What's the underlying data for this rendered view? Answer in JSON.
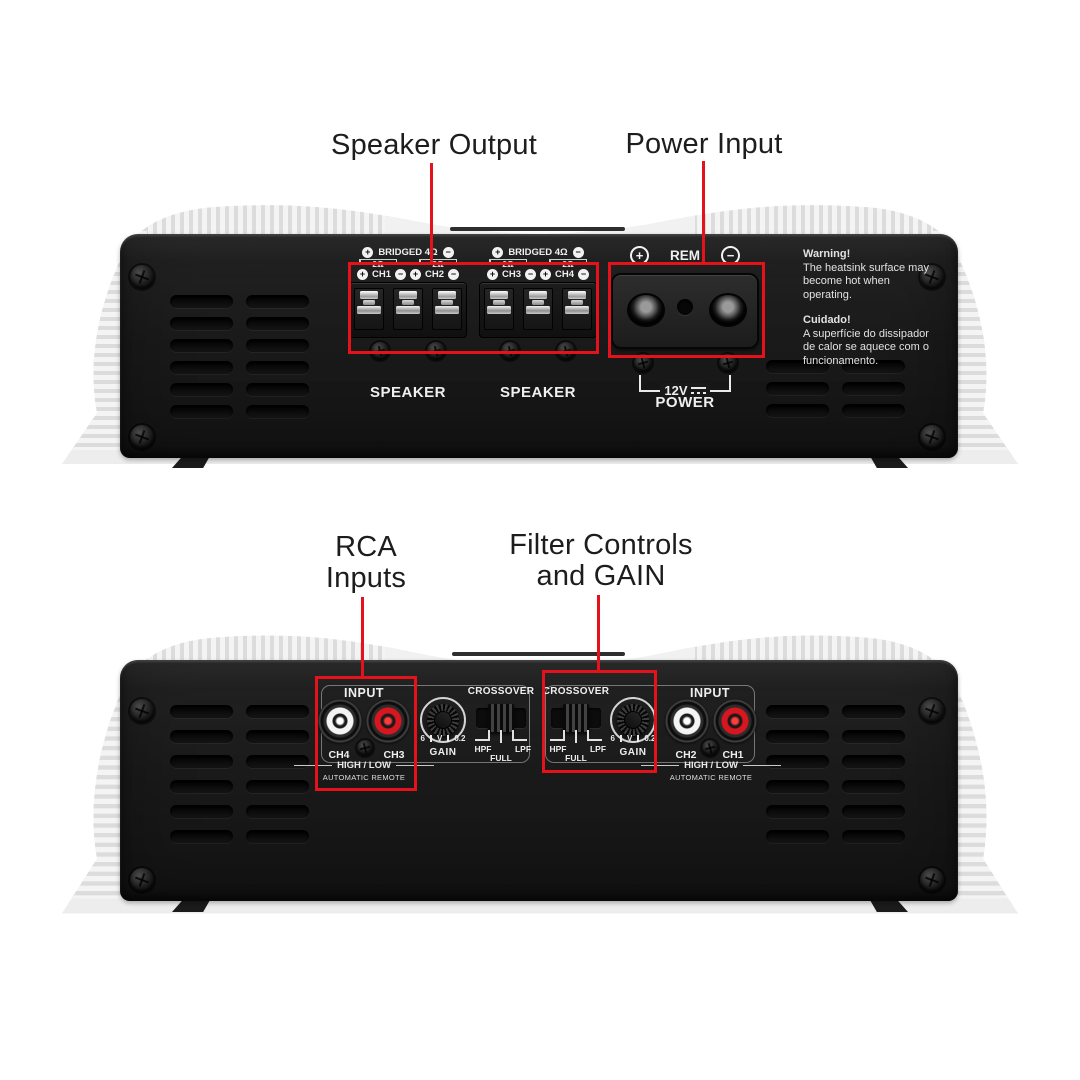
{
  "annotations": {
    "accent_color": "#e4121b",
    "speaker_output": "Speaker Output",
    "power_input": "Power Input",
    "rca_top": "RCA",
    "rca_bottom": "Inputs",
    "filter_top": "Filter Controls",
    "filter_bottom": "and GAIN"
  },
  "rear_panel": {
    "speaker_groups": [
      {
        "plus": "+",
        "minus": "−",
        "bridged": "BRIDGED 4Ω",
        "ohm_left": "2Ω",
        "ohm_right": "2Ω",
        "ch_left": "CH1",
        "ch_right": "CH2",
        "caption": "SPEAKER"
      },
      {
        "plus": "+",
        "minus": "−",
        "bridged": "BRIDGED 4Ω",
        "ohm_left": "2Ω",
        "ohm_right": "2Ω",
        "ch_left": "CH3",
        "ch_right": "CH4",
        "caption": "SPEAKER"
      }
    ],
    "power": {
      "plus": "+",
      "rem": "REM",
      "minus": "−",
      "voltage": "12V",
      "caption": "POWER"
    },
    "warning": {
      "title_en": "Warning!",
      "body_en": "The heatsink surface may become hot when operating.",
      "title_pt": "Cuidado!",
      "body_pt": "A superfície do dissipador de calor se aquece com o funcionamento."
    }
  },
  "front_panel": {
    "input_groups": [
      {
        "title": "INPUT",
        "ch_white": "CH4",
        "ch_red": "CH3",
        "high_low": "HIGH / LOW",
        "auto_remote": "AUTOMATIC REMOTE"
      },
      {
        "title": "INPUT",
        "ch_white": "CH2",
        "ch_red": "CH1",
        "high_low": "HIGH / LOW",
        "auto_remote": "AUTOMATIC REMOTE"
      }
    ],
    "gains": [
      {
        "scale_min": "6",
        "scale_mid": "V",
        "scale_max": "0.2",
        "caption": "GAIN"
      },
      {
        "scale_min": "6",
        "scale_mid": "V",
        "scale_max": "0.2",
        "caption": "GAIN"
      }
    ],
    "crossovers": [
      {
        "title": "CROSSOVER",
        "hpf": "HPF",
        "lpf": "LPF",
        "full": "FULL"
      },
      {
        "title": "CROSSOVER",
        "hpf": "HPF",
        "lpf": "LPF",
        "full": "FULL"
      }
    ]
  }
}
